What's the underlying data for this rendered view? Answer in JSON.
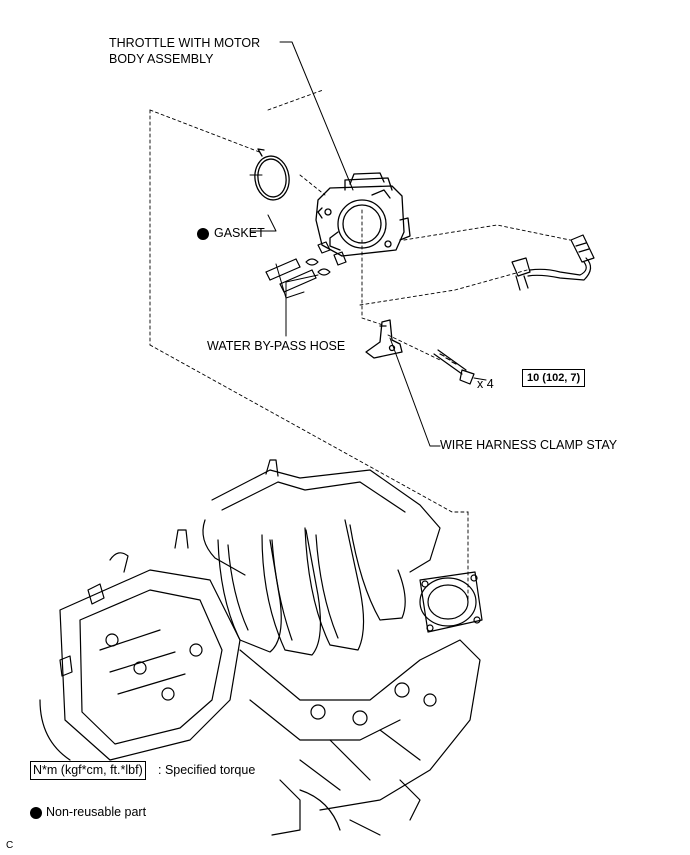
{
  "labels": {
    "throttle_line1": "THROTTLE WITH MOTOR",
    "throttle_line2": "BODY ASSEMBLY",
    "gasket": "GASKET",
    "water_hose": "WATER BY-PASS HOSE",
    "clamp_stay": "WIRE HARNESS CLAMP STAY",
    "bolt_qty": "x 4",
    "torque_value": "10 (102, 7)"
  },
  "legend": {
    "torque_box": "N*m (kgf*cm, ft.*lbf)",
    "torque_desc": ": Specified torque",
    "non_reusable": "Non-reusable part"
  },
  "figure_code": "C"
}
